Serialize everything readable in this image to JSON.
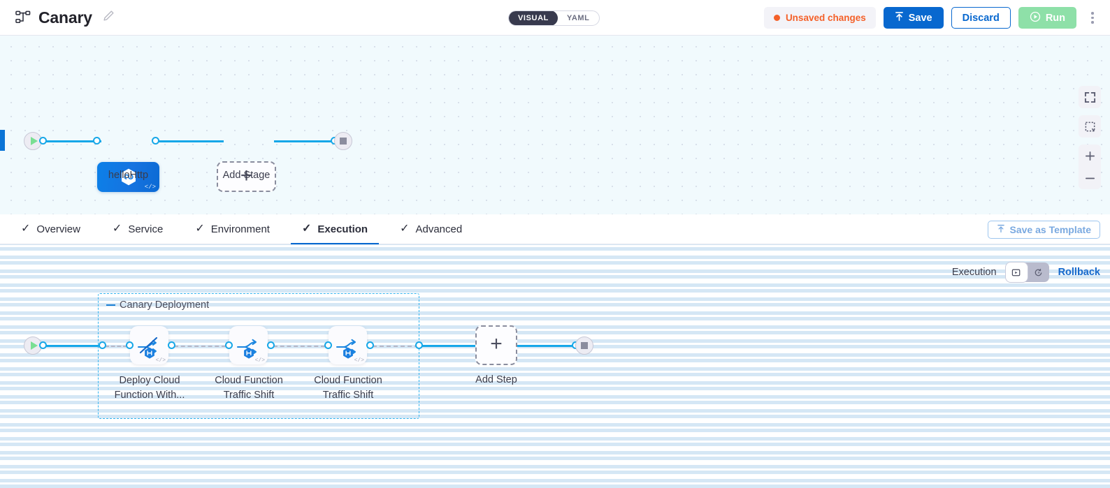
{
  "header": {
    "pipeline_icon": "pipeline-icon",
    "title": "Canary",
    "edit_icon": "pencil-icon",
    "view_toggle": {
      "options": [
        {
          "label": "VISUAL",
          "active": true
        },
        {
          "label": "YAML",
          "active": false
        }
      ]
    },
    "unsaved_label": "Unsaved changes",
    "unsaved_color": "#f4612a",
    "save_label": "Save",
    "save_icon": "upload-icon",
    "discard_label": "Discard",
    "run_label": "Run",
    "run_icon": "play-circle-icon",
    "kebab_icon": "more-vertical-icon",
    "accent_blue": "#0868cf",
    "run_green": "#8ee0a8"
  },
  "top_canvas": {
    "start_node": "start-node",
    "end_node": "end-node",
    "nodes": [
      {
        "name": "helloHttp",
        "icon": "infinity-hexagon-icon",
        "code_mark": "</>"
      }
    ],
    "add_stage_label": "Add Stage",
    "add_stage_icon": "plus-icon",
    "controls": [
      {
        "icon": "fullscreen-icon",
        "name": "fit-to-screen-button"
      },
      {
        "icon": "select-area-icon",
        "name": "select-area-button"
      },
      {
        "icon": "plus-icon",
        "name": "zoom-in-button"
      },
      {
        "icon": "minus-icon",
        "name": "zoom-out-button"
      }
    ]
  },
  "tabs": [
    {
      "label": "Overview",
      "checked": true,
      "active": false
    },
    {
      "label": "Service",
      "checked": true,
      "active": false
    },
    {
      "label": "Environment",
      "checked": true,
      "active": false
    },
    {
      "label": "Execution",
      "checked": true,
      "active": true
    },
    {
      "label": "Advanced",
      "checked": true,
      "active": false
    }
  ],
  "save_template": {
    "label": "Save as Template",
    "icon": "upload-icon"
  },
  "execution": {
    "label": "Execution",
    "modes": [
      {
        "icon": "execution-flow-icon",
        "active": true
      },
      {
        "icon": "rollback-flow-icon",
        "active": false
      }
    ],
    "rollback_label": "Rollback",
    "rollback_color": "#1669cc"
  },
  "bottom_canvas": {
    "start_node": "start-node",
    "end_node": "end-node",
    "stage": {
      "title": "Canary Deployment",
      "collapse_icon": "collapse-dash-icon",
      "steps": [
        {
          "caption_line1": "Deploy Cloud",
          "caption_line2": "Function With...",
          "icon": "deploy-function-icon",
          "badge": "hexagon-badge",
          "code_mark": "</>"
        },
        {
          "caption_line1": "Cloud Function",
          "caption_line2": "Traffic Shift",
          "icon": "traffic-shift-icon",
          "badge": "hexagon-badge",
          "code_mark": "</>"
        },
        {
          "caption_line1": "Cloud Function",
          "caption_line2": "Traffic Shift",
          "icon": "traffic-shift-icon",
          "badge": "hexagon-badge",
          "code_mark": "</>"
        }
      ]
    },
    "add_step_label": "Add Step",
    "add_step_icon": "plus-icon"
  }
}
